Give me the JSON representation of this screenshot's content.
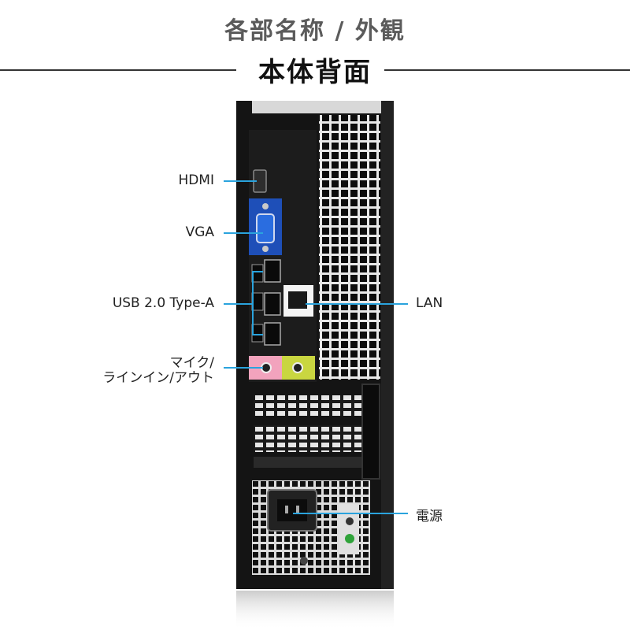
{
  "header": {
    "subtitle": "各部名称 / 外観",
    "title": "本体背面"
  },
  "ports": {
    "hdmi": "HDMI",
    "vga": "VGA",
    "usb": "USB 2.0 Type-A",
    "audio_line1": "マイク/",
    "audio_line2": "ラインイン/アウト",
    "lan": "LAN",
    "power": "電源"
  },
  "colors": {
    "leader": "#2aa3dd",
    "vga_blue": "#1e4fb8",
    "audio_pink": "#f2a3bd",
    "audio_green": "#c9d640",
    "chassis": "#141414"
  }
}
